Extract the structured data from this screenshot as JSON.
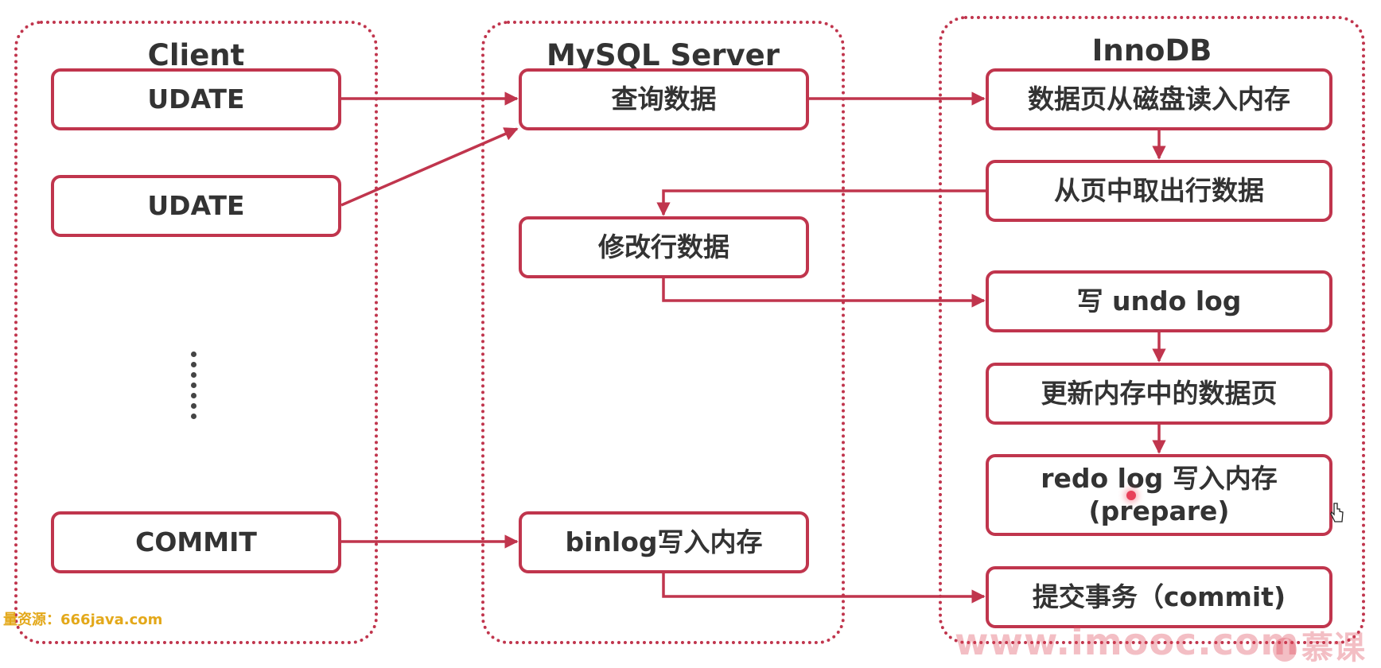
{
  "lanes": {
    "client": {
      "title": "Client"
    },
    "server": {
      "title": "MySQL Server"
    },
    "innodb": {
      "title": "InnoDB"
    }
  },
  "client": {
    "update1": "UDATE",
    "update2": "UDATE",
    "commit": "COMMIT"
  },
  "server": {
    "query": "查询数据",
    "modify": "修改行数据",
    "binlog": "binlog写入内存"
  },
  "innodb": {
    "read_page": "数据页从磁盘读入内存",
    "fetch_row": "从页中取出行数据",
    "undo": "写 undo log",
    "update_page": "更新内存中的数据页",
    "redo_line1": "redo log 写入内存",
    "redo_line2": "(prepare)",
    "commit_tx": "提交事务（commit)"
  },
  "watermarks": {
    "left": "量资源：666java.com",
    "right": "www.imooc.com",
    "logo": "慕课"
  },
  "colors": {
    "accent": "#c0354d"
  }
}
